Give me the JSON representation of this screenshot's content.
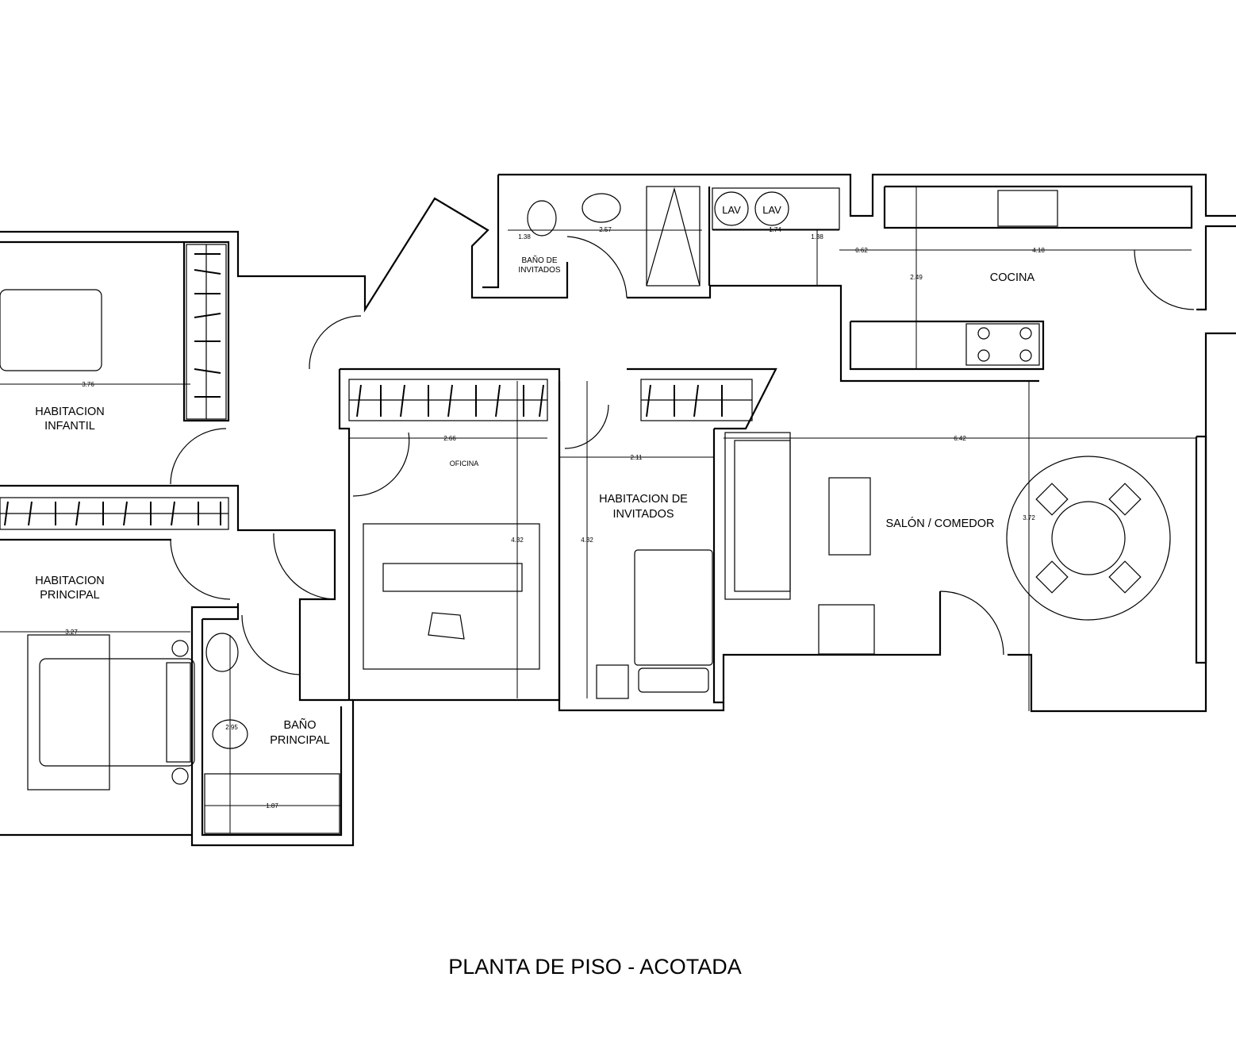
{
  "title": "PLANTA DE PISO - ACOTADA",
  "rooms": {
    "habitacion_infantil": [
      "HABITACION",
      "INFANTIL"
    ],
    "habitacion_principal": [
      "HABITACION",
      "PRINCIPAL"
    ],
    "bano_invitados": [
      "BAÑO DE",
      "INVITADOS"
    ],
    "bano_principal": [
      "BAÑO",
      "PRINCIPAL"
    ],
    "oficina": "OFICINA",
    "habitacion_invitados": [
      "HABITACION DE",
      "INVITADOS"
    ],
    "cocina": "COCINA",
    "salon": "SALÓN / COMEDOR"
  },
  "appliances": {
    "lav1": "LAV",
    "lav2": "LAV"
  },
  "dimensions": {
    "bano_inv_w": "1.38",
    "bano_inv_len": "2.57",
    "lav_len": "1.74",
    "lav_depth": "1.38",
    "cocina_gap": "0.62",
    "cocina_len": "4.18",
    "cocina_depth": "2.49",
    "infantil_w": "3.76",
    "oficina_w": "2.66",
    "oficina_h": "4.32",
    "invitados_w": "2.11",
    "invitados_h": "4.32",
    "salon_w": "6.42",
    "salon_h": "3.72",
    "principal_w": "3.27",
    "bano_pr_h": "2.95",
    "bano_pr_w": "1.87"
  }
}
